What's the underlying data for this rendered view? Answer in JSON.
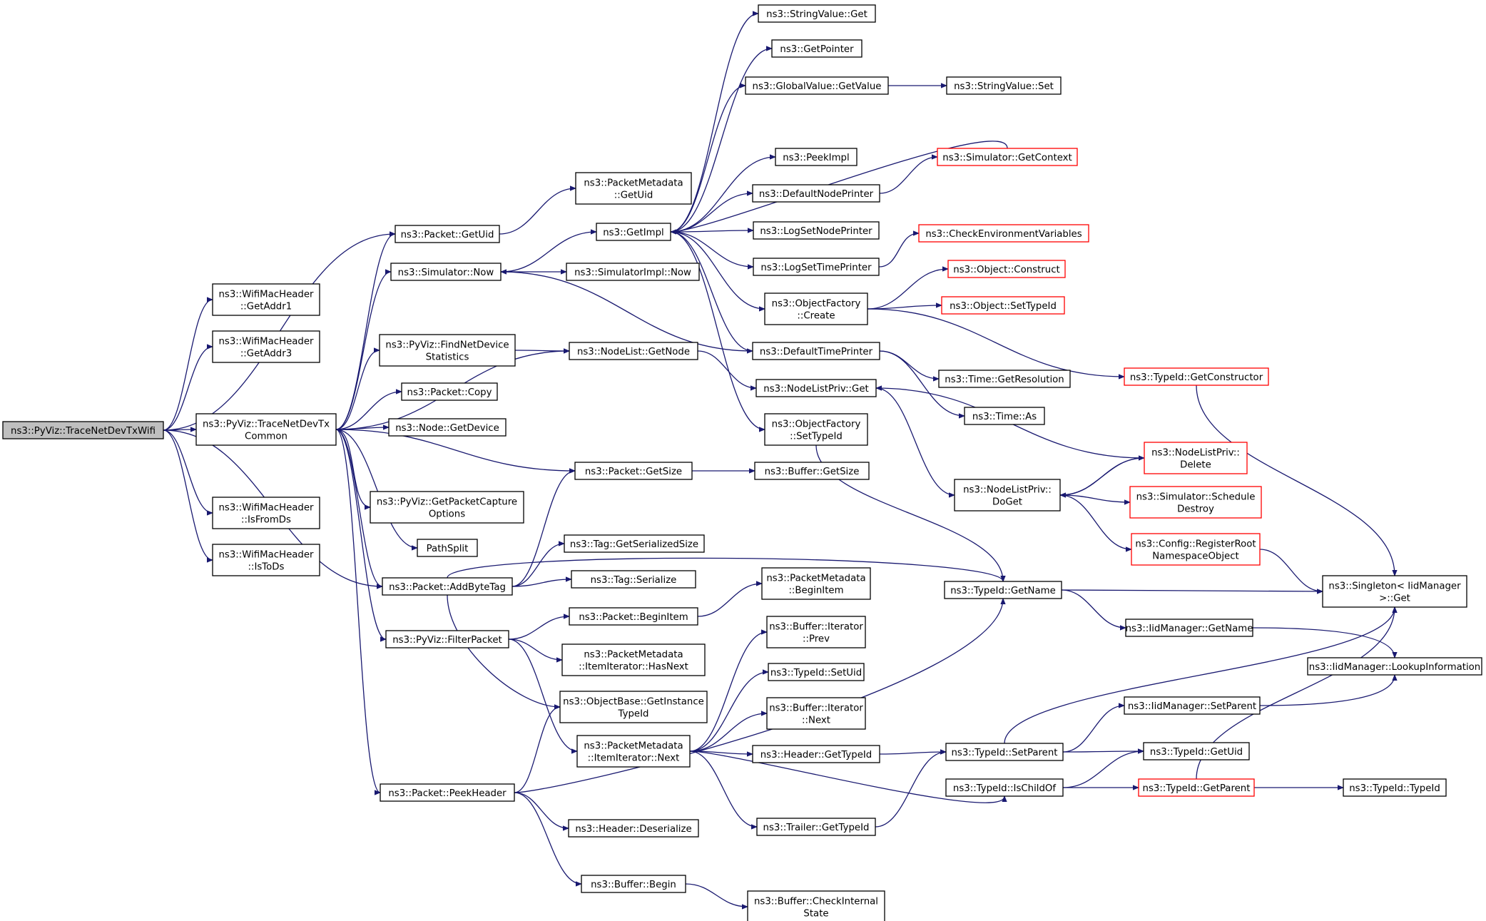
{
  "diagram": {
    "root": "ns3::PyViz::TraceNetDevTxWifi",
    "colors": {
      "edge": "#191970",
      "node_border": "#000000",
      "root_fill": "#bfbfbf",
      "truncated_border": "#ff0000",
      "node_fill": "#ffffff"
    },
    "nodes": {
      "root": {
        "lines": [
          "ns3::PyViz::TraceNetDevTxWifi"
        ],
        "style": "root"
      },
      "addr1": {
        "lines": [
          "ns3::WifiMacHeader",
          "::GetAddr1"
        ]
      },
      "addr3": {
        "lines": [
          "ns3::WifiMacHeader",
          "::GetAddr3"
        ]
      },
      "isfromds": {
        "lines": [
          "ns3::WifiMacHeader",
          "::IsFromDs"
        ]
      },
      "istods": {
        "lines": [
          "ns3::WifiMacHeader",
          "::IsToDs"
        ]
      },
      "tracecommon": {
        "lines": [
          "ns3::PyViz::TraceNetDevTx",
          "Common"
        ]
      },
      "pktgetuid": {
        "lines": [
          "ns3::Packet::GetUid"
        ]
      },
      "simnow": {
        "lines": [
          "ns3::Simulator::Now"
        ]
      },
      "findnetdev": {
        "lines": [
          "ns3::PyViz::FindNetDevice",
          "Statistics"
        ]
      },
      "pktcopy": {
        "lines": [
          "ns3::Packet::Copy"
        ]
      },
      "nodegetdev": {
        "lines": [
          "ns3::Node::GetDevice"
        ]
      },
      "getcapopt": {
        "lines": [
          "ns3::PyViz::GetPacketCapture",
          "Options"
        ]
      },
      "pathsplit": {
        "lines": [
          "PathSplit"
        ]
      },
      "addbytetag": {
        "lines": [
          "ns3::Packet::AddByteTag"
        ]
      },
      "filterpkt": {
        "lines": [
          "ns3::PyViz::FilterPacket"
        ]
      },
      "peekheader": {
        "lines": [
          "ns3::Packet::PeekHeader"
        ]
      },
      "pmgetuid": {
        "lines": [
          "ns3::PacketMetadata",
          "::GetUid"
        ]
      },
      "getimpl": {
        "lines": [
          "ns3::GetImpl"
        ]
      },
      "simimplnow": {
        "lines": [
          "ns3::SimulatorImpl::Now"
        ]
      },
      "nlgetnode": {
        "lines": [
          "ns3::NodeList::GetNode"
        ]
      },
      "pktgetsize": {
        "lines": [
          "ns3::Packet::GetSize"
        ]
      },
      "taggetser": {
        "lines": [
          "ns3::Tag::GetSerializedSize"
        ]
      },
      "tagser": {
        "lines": [
          "ns3::Tag::Serialize"
        ]
      },
      "pktbeginitem": {
        "lines": [
          "ns3::Packet::BeginItem"
        ]
      },
      "pmhasnext": {
        "lines": [
          "ns3::PacketMetadata",
          "::ItemIterator::HasNext"
        ]
      },
      "obgetinst": {
        "lines": [
          "ns3::ObjectBase::GetInstance",
          "TypeId"
        ]
      },
      "pmnext": {
        "lines": [
          "ns3::PacketMetadata",
          "::ItemIterator::Next"
        ]
      },
      "hdrdeser": {
        "lines": [
          "ns3::Header::Deserialize"
        ]
      },
      "bufbegin": {
        "lines": [
          "ns3::Buffer::Begin"
        ]
      },
      "svget": {
        "lines": [
          "ns3::StringValue::Get"
        ]
      },
      "getpointer": {
        "lines": [
          "ns3::GetPointer"
        ]
      },
      "gvgetvalue": {
        "lines": [
          "ns3::GlobalValue::GetValue"
        ]
      },
      "peekimpl": {
        "lines": [
          "ns3::PeekImpl"
        ]
      },
      "defnodeprinter": {
        "lines": [
          "ns3::DefaultNodePrinter"
        ]
      },
      "logsetnode": {
        "lines": [
          "ns3::LogSetNodePrinter"
        ]
      },
      "logsettime": {
        "lines": [
          "ns3::LogSetTimePrinter"
        ]
      },
      "ofcreate": {
        "lines": [
          "ns3::ObjectFactory",
          "::Create"
        ]
      },
      "deftimeprinter": {
        "lines": [
          "ns3::DefaultTimePrinter"
        ]
      },
      "nlpget": {
        "lines": [
          "ns3::NodeListPriv::Get"
        ]
      },
      "ofsettype": {
        "lines": [
          "ns3::ObjectFactory",
          "::SetTypeId"
        ]
      },
      "bufgetsize": {
        "lines": [
          "ns3::Buffer::GetSize"
        ]
      },
      "pmbeginitem": {
        "lines": [
          "ns3::PacketMetadata",
          "::BeginItem"
        ]
      },
      "bufitprev": {
        "lines": [
          "ns3::Buffer::Iterator",
          "::Prev"
        ]
      },
      "tidsetuid": {
        "lines": [
          "ns3::TypeId::SetUid"
        ]
      },
      "bufitnext": {
        "lines": [
          "ns3::Buffer::Iterator",
          "::Next"
        ]
      },
      "hdrgettype": {
        "lines": [
          "ns3::Header::GetTypeId"
        ]
      },
      "trlgettype": {
        "lines": [
          "ns3::Trailer::GetTypeId"
        ]
      },
      "bufcheck": {
        "lines": [
          "ns3::Buffer::CheckInternal",
          "State"
        ]
      },
      "svset": {
        "lines": [
          "ns3::StringValue::Set"
        ]
      },
      "timegetres": {
        "lines": [
          "ns3::Time::GetResolution"
        ]
      },
      "timeas": {
        "lines": [
          "ns3::Time::As"
        ]
      },
      "nlpdoget": {
        "lines": [
          "ns3::NodeListPriv::",
          "DoGet"
        ]
      },
      "tidgetname": {
        "lines": [
          "ns3::TypeId::GetName"
        ]
      },
      "imgetname": {
        "lines": [
          "ns3::IidManager::GetName"
        ]
      },
      "imsetparent": {
        "lines": [
          "ns3::IidManager::SetParent"
        ]
      },
      "tidsetparent": {
        "lines": [
          "ns3::TypeId::SetParent"
        ]
      },
      "tidischild": {
        "lines": [
          "ns3::TypeId::IsChildOf"
        ]
      },
      "simgetctx": {
        "lines": [
          "ns3::Simulator::GetContext"
        ],
        "style": "trunc"
      },
      "checkenv": {
        "lines": [
          "ns3::CheckEnvironmentVariables"
        ],
        "style": "trunc"
      },
      "objconstruct": {
        "lines": [
          "ns3::Object::Construct"
        ],
        "style": "trunc"
      },
      "objsettype": {
        "lines": [
          "ns3::Object::SetTypeId"
        ],
        "style": "trunc"
      },
      "tidgetctor": {
        "lines": [
          "ns3::TypeId::GetConstructor"
        ],
        "style": "trunc"
      },
      "nlpdelete": {
        "lines": [
          "ns3::NodeListPriv::",
          "Delete"
        ],
        "style": "trunc"
      },
      "simschedule": {
        "lines": [
          "ns3::Simulator::Schedule",
          "Destroy"
        ],
        "style": "trunc"
      },
      "cfgregroot": {
        "lines": [
          "ns3::Config::RegisterRoot",
          "NamespaceObject"
        ],
        "style": "trunc"
      },
      "tidgetuid": {
        "lines": [
          "ns3::TypeId::GetUid"
        ]
      },
      "tidgetparent": {
        "lines": [
          "ns3::TypeId::GetParent"
        ],
        "style": "trunc"
      },
      "singleton": {
        "lines": [
          "ns3::Singleton< IidManager",
          ">::Get"
        ]
      },
      "imlookup": {
        "lines": [
          "ns3::IidManager::LookupInformation"
        ]
      },
      "tidtypeid": {
        "lines": [
          "ns3::TypeId::TypeId"
        ]
      }
    },
    "edges": [
      [
        "root",
        "addr1"
      ],
      [
        "root",
        "addr3"
      ],
      [
        "root",
        "isfromds"
      ],
      [
        "root",
        "istods"
      ],
      [
        "root",
        "tracecommon"
      ],
      [
        "root",
        "pktgetuid"
      ],
      [
        "root",
        "addbytetag"
      ],
      [
        "tracecommon",
        "pktgetuid"
      ],
      [
        "tracecommon",
        "simnow"
      ],
      [
        "tracecommon",
        "findnetdev"
      ],
      [
        "tracecommon",
        "pktcopy"
      ],
      [
        "tracecommon",
        "nodegetdev"
      ],
      [
        "tracecommon",
        "getcapopt"
      ],
      [
        "tracecommon",
        "pathsplit"
      ],
      [
        "tracecommon",
        "addbytetag"
      ],
      [
        "tracecommon",
        "filterpkt"
      ],
      [
        "tracecommon",
        "peekheader"
      ],
      [
        "tracecommon",
        "nlgetnode"
      ],
      [
        "tracecommon",
        "pktgetsize"
      ],
      [
        "pktgetuid",
        "pmgetuid"
      ],
      [
        "simnow",
        "getimpl"
      ],
      [
        "simnow",
        "simimplnow"
      ],
      [
        "findnetdev",
        "nlgetnode"
      ],
      [
        "nlgetnode",
        "nlpget"
      ],
      [
        "addbytetag",
        "pktgetsize"
      ],
      [
        "addbytetag",
        "taggetser"
      ],
      [
        "addbytetag",
        "tagser"
      ],
      [
        "addbytetag",
        "obgetinst"
      ],
      [
        "addbytetag",
        "tidgetname"
      ],
      [
        "filterpkt",
        "pktbeginitem"
      ],
      [
        "filterpkt",
        "pmhasnext"
      ],
      [
        "filterpkt",
        "pmnext"
      ],
      [
        "peekheader",
        "obgetinst"
      ],
      [
        "peekheader",
        "hdrdeser"
      ],
      [
        "peekheader",
        "bufbegin"
      ],
      [
        "peekheader",
        "tidgetname"
      ],
      [
        "pktgetsize",
        "bufgetsize"
      ],
      [
        "pktbeginitem",
        "pmbeginitem"
      ],
      [
        "bufbegin",
        "bufcheck"
      ],
      [
        "pmnext",
        "bufitprev"
      ],
      [
        "pmnext",
        "tidsetuid"
      ],
      [
        "pmnext",
        "bufitnext"
      ],
      [
        "pmnext",
        "hdrgettype"
      ],
      [
        "pmnext",
        "trlgettype"
      ],
      [
        "pmnext",
        "tidischild"
      ],
      [
        "getimpl",
        "svget"
      ],
      [
        "getimpl",
        "getpointer"
      ],
      [
        "getimpl",
        "gvgetvalue"
      ],
      [
        "getimpl",
        "peekimpl"
      ],
      [
        "getimpl",
        "defnodeprinter"
      ],
      [
        "getimpl",
        "logsetnode"
      ],
      [
        "getimpl",
        "logsettime"
      ],
      [
        "getimpl",
        "ofcreate"
      ],
      [
        "getimpl",
        "deftimeprinter"
      ],
      [
        "getimpl",
        "ofsettype"
      ],
      [
        "simgetctx",
        "getimpl"
      ],
      [
        "gvgetvalue",
        "svset"
      ],
      [
        "defnodeprinter",
        "simgetctx"
      ],
      [
        "logsettime",
        "checkenv"
      ],
      [
        "ofcreate",
        "objconstruct"
      ],
      [
        "ofcreate",
        "objsettype"
      ],
      [
        "ofcreate",
        "tidgetctor"
      ],
      [
        "deftimeprinter",
        "simnow"
      ],
      [
        "deftimeprinter",
        "timegetres"
      ],
      [
        "deftimeprinter",
        "timeas"
      ],
      [
        "nlpget",
        "nlpdoget"
      ],
      [
        "nlpdelete",
        "nlpget"
      ],
      [
        "nlpdelete",
        "nlpdoget"
      ],
      [
        "nlpdoget",
        "nlpdelete"
      ],
      [
        "nlpdoget",
        "simschedule"
      ],
      [
        "nlpdoget",
        "cfgregroot"
      ],
      [
        "ofsettype",
        "tidgetname"
      ],
      [
        "tidgetctor",
        "singleton"
      ],
      [
        "cfgregroot",
        "singleton"
      ],
      [
        "tidgetname",
        "singleton"
      ],
      [
        "tidgetname",
        "imgetname"
      ],
      [
        "imgetname",
        "imlookup"
      ],
      [
        "hdrgettype",
        "tidsetparent"
      ],
      [
        "trlgettype",
        "tidsetparent"
      ],
      [
        "tidsetparent",
        "singleton"
      ],
      [
        "tidsetparent",
        "imsetparent"
      ],
      [
        "tidsetparent",
        "tidgetuid"
      ],
      [
        "imsetparent",
        "imlookup"
      ],
      [
        "tidischild",
        "tidgetuid"
      ],
      [
        "tidischild",
        "tidgetparent"
      ],
      [
        "tidgetparent",
        "singleton"
      ],
      [
        "tidgetparent",
        "tidtypeid"
      ]
    ]
  }
}
